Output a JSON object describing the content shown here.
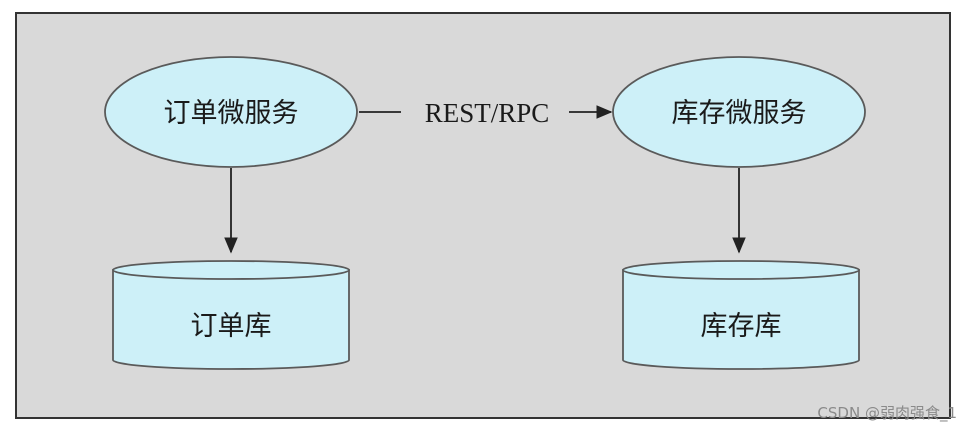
{
  "colors": {
    "panel_fill": "#d9d9d9",
    "panel_border": "#333333",
    "node_fill": "#cdf0f8",
    "node_stroke": "#5a5a5a",
    "arrow": "#222222"
  },
  "nodes": {
    "order_service": "订单微服务",
    "inventory_service": "库存微服务",
    "order_db": "订单库",
    "inventory_db": "库存库"
  },
  "edges": {
    "service_call": "REST/RPC"
  },
  "watermark": "CSDN @弱肉强食_1"
}
